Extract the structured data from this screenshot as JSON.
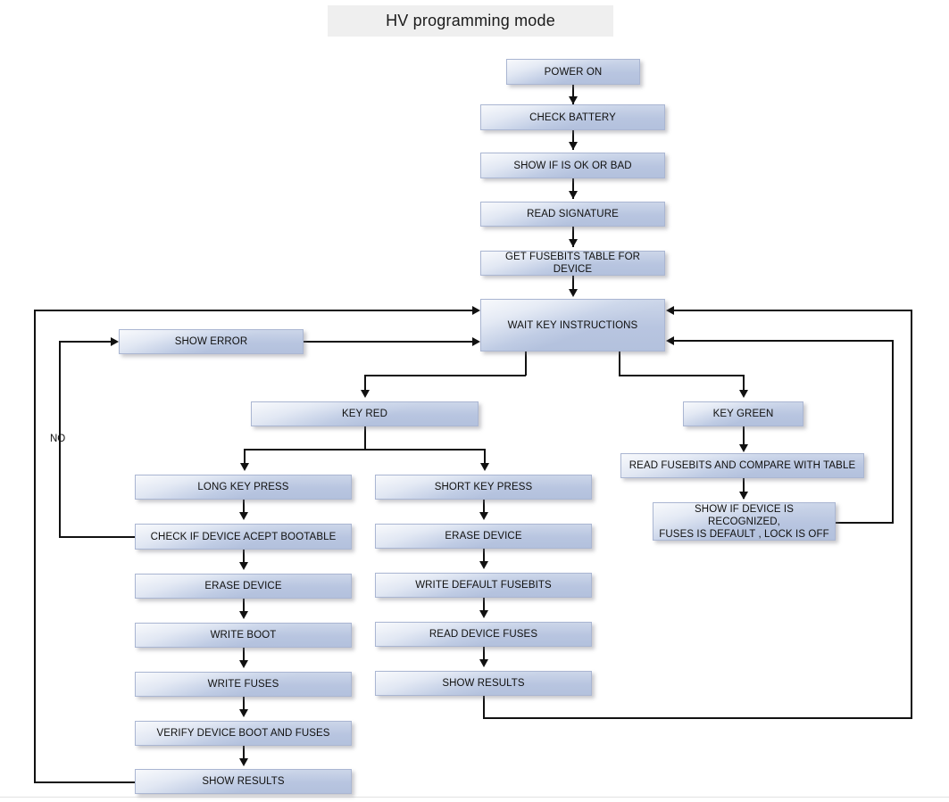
{
  "title": {
    "text": "HV programming mode"
  },
  "nodes": {
    "power_on": "POWER ON",
    "check_battery": "CHECK BATTERY",
    "show_if_ok_bad": "SHOW IF IS OK OR BAD",
    "read_signature": "READ SIGNATURE",
    "get_fusebits_table": "GET FUSEBITS TABLE FOR DEVICE",
    "wait_key_instructions": "WAIT KEY INSTRUCTIONS",
    "show_error": "SHOW ERROR",
    "key_red": "KEY RED",
    "key_green": "KEY GREEN",
    "long_key_press": "LONG KEY PRESS",
    "check_if_device_accept_bootable": "CHECK IF DEVICE ACEPT BOOTABLE",
    "erase_device_left": "ERASE DEVICE",
    "write_boot": "WRITE BOOT",
    "write_fuses": "WRITE FUSES",
    "verify_device_boot_and_fuses": "VERIFY DEVICE BOOT AND FUSES",
    "show_results_left": "SHOW RESULTS",
    "short_key_press": "SHORT KEY PRESS",
    "erase_device_mid": "ERASE DEVICE",
    "write_default_fusebits": "WRITE DEFAULT FUSEBITS",
    "read_device_fuses": "READ DEVICE FUSES",
    "show_results_mid": "SHOW RESULTS",
    "read_fusebits_compare": "READ FUSEBITS AND COMPARE WITH TABLE",
    "show_if_device_recognized": "SHOW IF DEVICE IS RECOGNIZED,\nFUSES IS DEFAULT , LOCK IS OFF"
  },
  "edge_labels": {
    "no": "NO"
  },
  "colors": {
    "node_fill_top": "#ccd6e9",
    "node_fill_bottom": "#b3c1dd",
    "node_border": "#aab6d2",
    "connector": "#111111",
    "title_background": "#efefef",
    "page_background": "#ffffff",
    "text": "#10100f"
  }
}
